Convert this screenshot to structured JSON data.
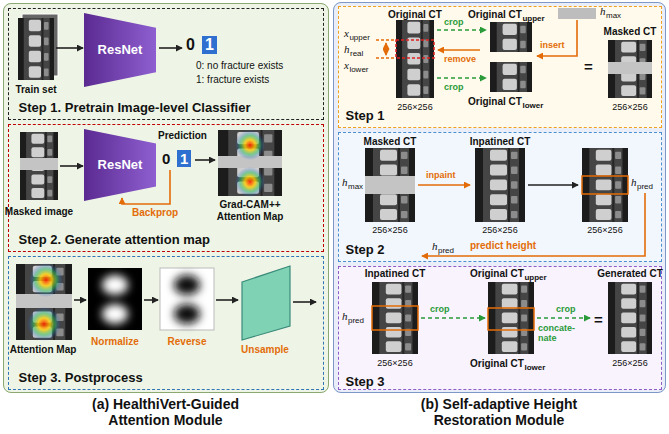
{
  "diagram": {
    "nodes": [
      {
        "text": [
          "(a) HealthiVert-Guided Attention Module"
        ]
      },
      {
        "text": [
          "Step 1. Pretrain Image-level Classifier"
        ],
        "in": 0
      },
      {
        "text": [
          "ResNet"
        ],
        "in": 1
      },
      {
        "text": [
          "Step 2. Generate attention map"
        ],
        "in": 0
      },
      {
        "text": [
          "ResNet"
        ],
        "in": 3
      },
      {
        "text": [
          "Step 3. Postprocess"
        ],
        "in": 0
      },
      {
        "text": [
          "(b) Self-adaptive Height Restoration Module"
        ]
      },
      {
        "text": [
          "Step 1"
        ],
        "in": 6
      },
      {
        "text": [
          "Step 2"
        ],
        "in": 6
      },
      {
        "text": [
          "Step 3"
        ],
        "in": 6
      }
    ],
    "labels": [
      "Train set",
      "0",
      "1",
      "0: no fracture exists",
      "1: fracture exists",
      "Masked image",
      "Prediction",
      "0",
      "1",
      "Backprop",
      "Grad-CAM++ Attention Map",
      "Attention Map",
      "Normalize",
      "Reverse",
      "Unsample",
      "Original CT",
      "Original CT",
      "upper",
      "h",
      "max",
      "Masked CT",
      "x",
      "upper",
      "h",
      "real",
      "x",
      "lower",
      "crop",
      "remove",
      "insert",
      "crop",
      "=",
      "Original CT",
      "lower",
      "256×256",
      "256×256",
      "Masked CT",
      "Inpatined CT",
      "h",
      "max",
      "inpaint",
      "256×256",
      "256×256",
      "256×256",
      "h",
      "pred",
      "h",
      "pred",
      "predict height",
      "Inpatined CT",
      "h",
      "pred",
      "crop",
      "Original CT",
      "upper",
      "concate- nate",
      "crop",
      "=",
      "Generated CT",
      "Original CT",
      "lower",
      "256×256",
      "256×256"
    ]
  }
}
